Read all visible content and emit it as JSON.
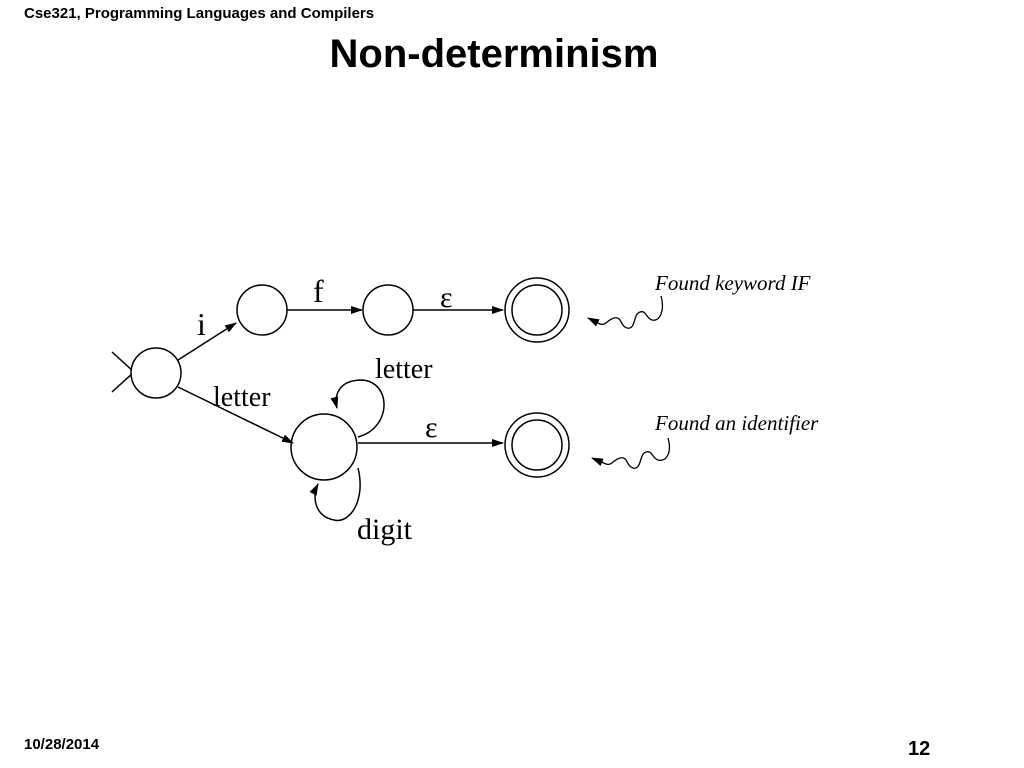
{
  "header": {
    "course": "Cse321, Programming Languages and Compilers",
    "title": "Non-determinism"
  },
  "diagram": {
    "transitions": {
      "i": "i",
      "f": "f",
      "eps_keyword": "ε",
      "letter_to_id": "letter",
      "letter_loop": "letter",
      "eps_identifier": "ε",
      "digit_loop": "digit"
    },
    "annotations": {
      "keyword": "Found keyword IF",
      "identifier": "Found an identifier"
    }
  },
  "footer": {
    "date": "10/28/2014",
    "page": "12"
  }
}
